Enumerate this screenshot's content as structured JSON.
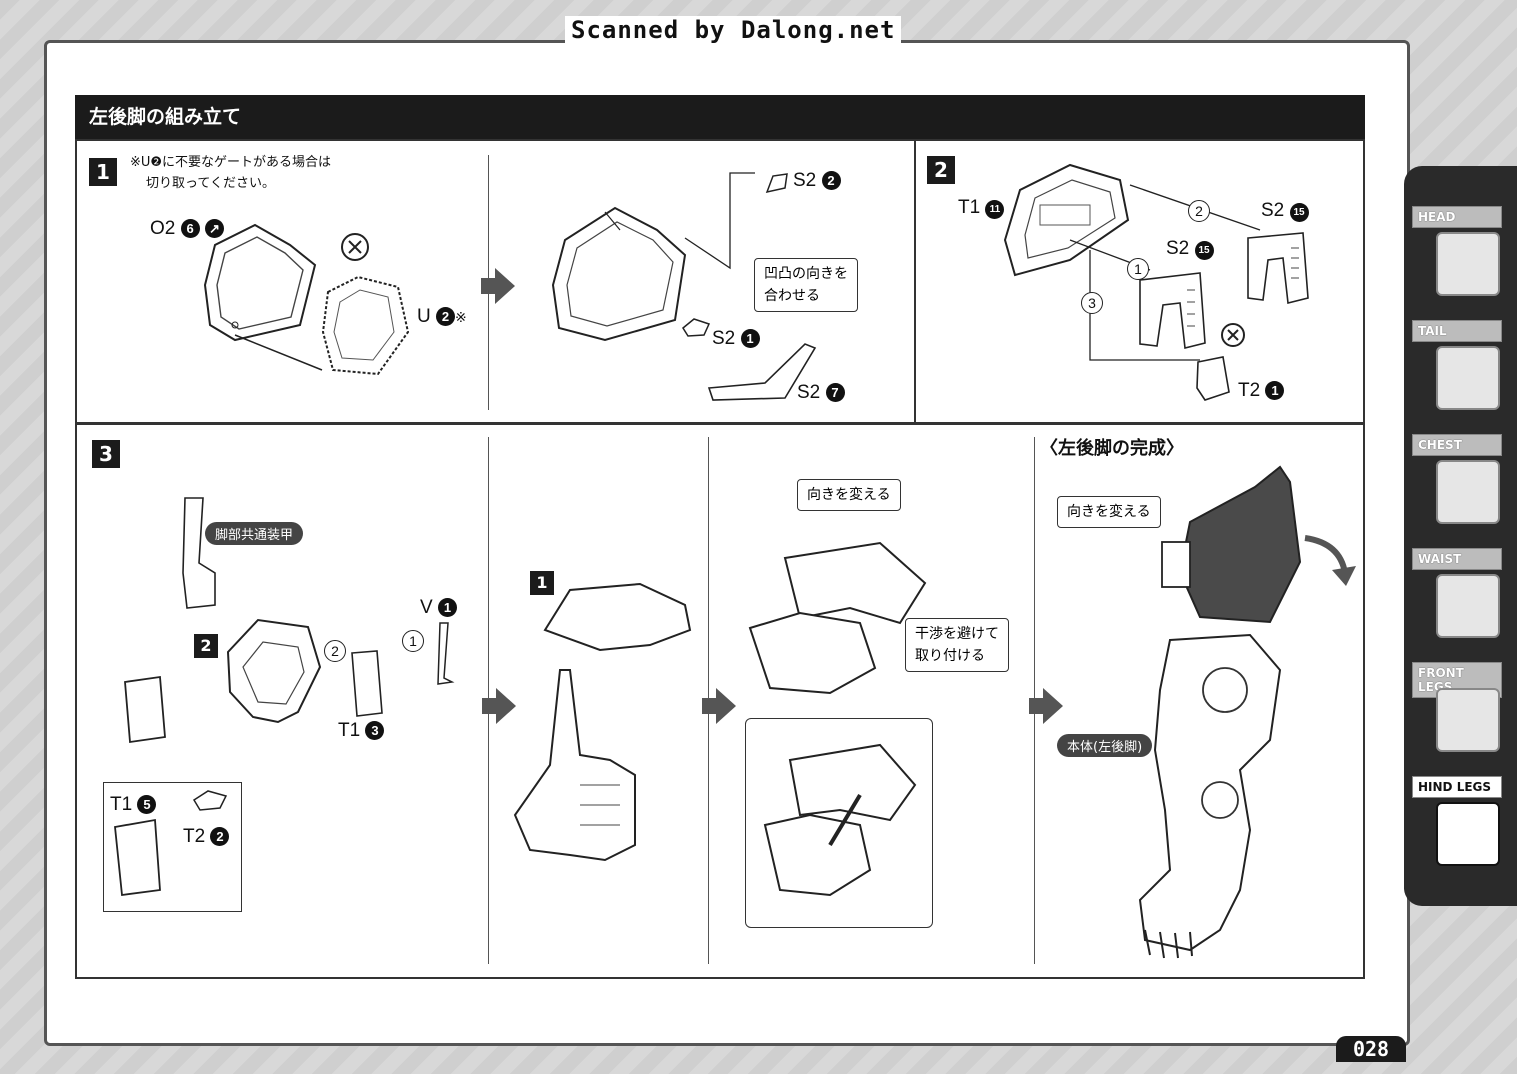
{
  "watermark": "Scanned by Dalong.net",
  "section_title": "左後脚の組み立て",
  "step1": {
    "number": "1",
    "note_line1": "※U❷に不要なゲートがある場合は",
    "note_line2": "切り取ってください。",
    "part_o2": "O2",
    "part_o2_num": "6",
    "part_u": "U",
    "part_u_num": "2",
    "part_u_mark": "※",
    "part_s2a": "S2",
    "part_s2a_num": "2",
    "part_s2b": "S2",
    "part_s2b_num": "1",
    "part_s2c": "S2",
    "part_s2c_num": "7",
    "callout_line1": "凹凸の向きを",
    "callout_line2": "合わせる"
  },
  "step2": {
    "number": "2",
    "part_t1": "T1",
    "part_t1_num": "11",
    "part_s2a": "S2",
    "part_s2a_num": "15",
    "part_s2b": "S2",
    "part_s2b_num": "15",
    "part_t2": "T2",
    "part_t2_num": "1",
    "order1": "1",
    "order2": "2",
    "order3": "3"
  },
  "step3": {
    "number": "3",
    "tag_common_armor": "脚部共通装甲",
    "sub2": "2",
    "part_v": "V",
    "part_v_num": "1",
    "part_t1a": "T1",
    "part_t1a_num": "3",
    "part_t1b": "T1",
    "part_t1b_num": "5",
    "part_t2": "T2",
    "part_t2_num": "2",
    "order1": "1",
    "order2": "2",
    "sub1": "1",
    "callout_turn": "向きを変える",
    "callout_avoid_line1": "干渉を避けて",
    "callout_avoid_line2": "取り付ける",
    "complete_title": "〈左後脚の完成〉",
    "callout_turn2": "向きを変える",
    "tag_body": "本体(左後脚)"
  },
  "sidebar": {
    "tabs": [
      {
        "label": "HEAD"
      },
      {
        "label": "TAIL"
      },
      {
        "label": "CHEST"
      },
      {
        "label": "WAIST"
      },
      {
        "label": "FRONT LEGS"
      },
      {
        "label": "HIND LEGS"
      }
    ],
    "active": "HIND LEGS"
  },
  "page_number": "028"
}
